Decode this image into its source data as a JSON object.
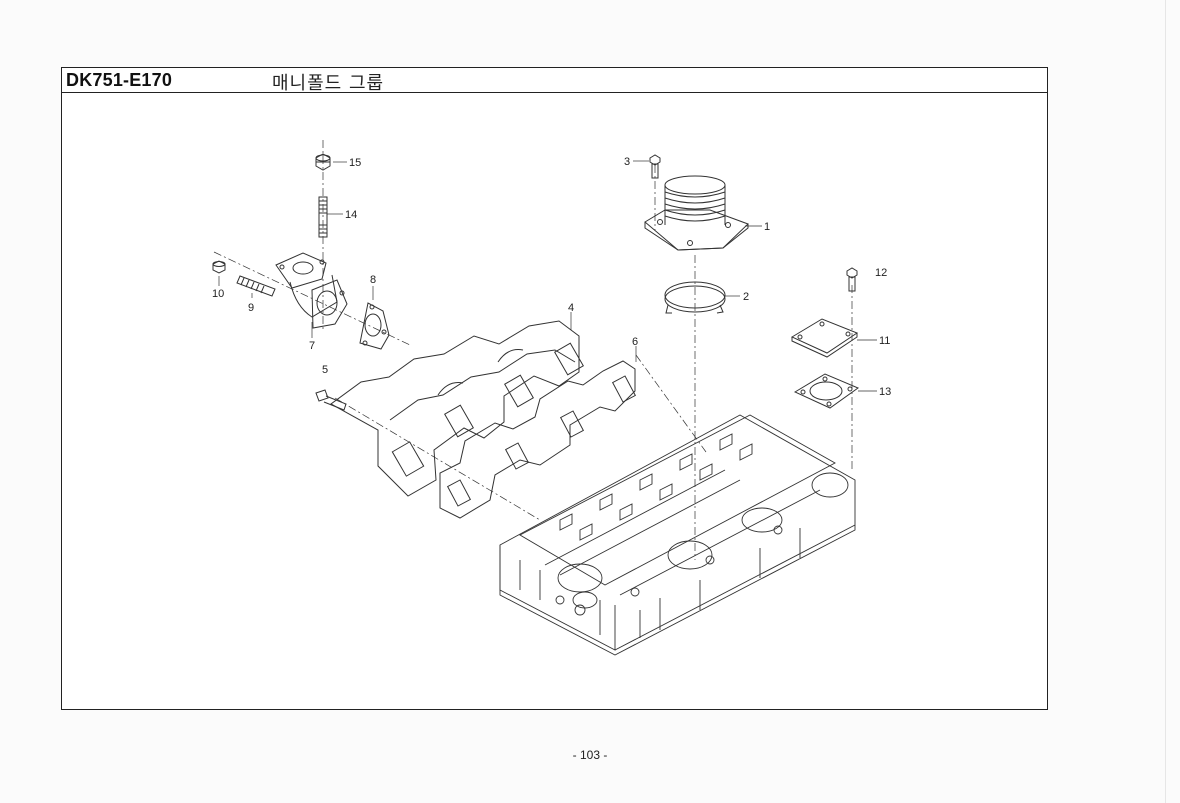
{
  "header": {
    "code": "DK751-E170",
    "title": "매니폴드 그룹"
  },
  "callouts": {
    "c1": "1",
    "c2": "2",
    "c3": "3",
    "c4": "4",
    "c5": "5",
    "c6": "6",
    "c7": "7",
    "c8": "8",
    "c9": "9",
    "c10": "10",
    "c11": "11",
    "c12": "12",
    "c13": "13",
    "c14": "14",
    "c15": "15"
  },
  "footer": {
    "page_number": "- 103 -"
  }
}
